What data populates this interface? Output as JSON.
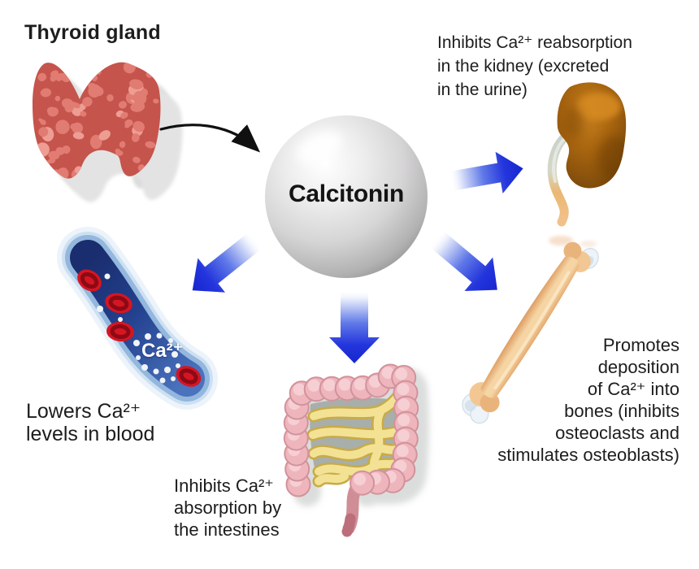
{
  "diagram": {
    "title": "Thyroid gland",
    "hormone": "Calcitonin",
    "vessel_ion_label": "Ca²⁺",
    "labels": {
      "kidney": "Inhibits Ca²⁺ reabsorption\nin the kidney (excreted\nin the urine)",
      "blood": "Lowers Ca²⁺\nlevels in blood",
      "intestines": "Inhibits Ca²⁺\nabsorption by\nthe intestines",
      "bones": "Promotes\ndeposition\nof Ca²⁺ into\nbones (inhibits\nosteoclasts and\nstimulates osteoblasts)"
    },
    "colors": {
      "background": "#ffffff",
      "text": "#1d1d1d",
      "arrow_blue": "#1d2fd6",
      "thyroid_red": "#d96a62",
      "sphere_gray": "#c9c9c9",
      "kidney_brown": "#9a5a10",
      "vessel_navy": "#1c3380",
      "blood_cell_red": "#d61523",
      "intestine_pink": "#eeb6bc",
      "intestine_yellow": "#f3e294",
      "bone_tan": "#f3c794"
    }
  }
}
